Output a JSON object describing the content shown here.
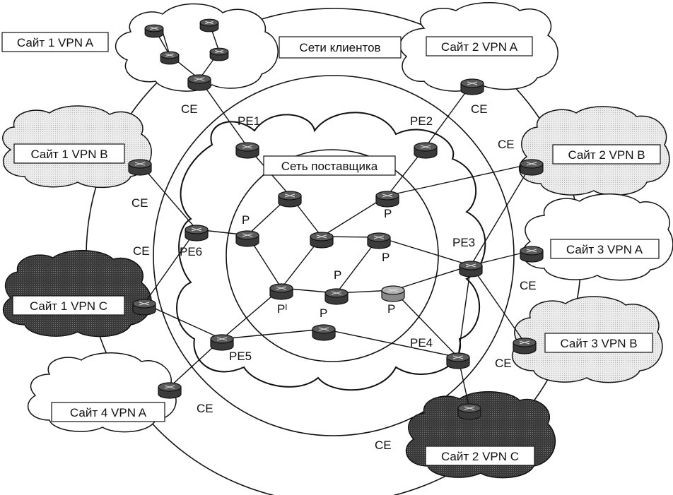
{
  "site_labels": {
    "a1": "Сайт 1 VPN A",
    "a2": "Сайт 2 VPN A",
    "a3": "Сайт 3 VPN A",
    "a4": "Сайт 4 VPN A",
    "b1": "Сайт 1 VPN B",
    "b2": "Сайт 2 VPN B",
    "b3": "Сайт 3 VPN B",
    "c1": "Сайт 1 VPN C",
    "c2": "Сайт 2 VPN C"
  },
  "region_labels": {
    "clients": "Сети клиентов",
    "provider": "Сеть поставщика"
  },
  "node_labels": {
    "ce": "CE",
    "pe1": "PE1",
    "pe2": "PE2",
    "pe3": "PE3",
    "pe4": "PE4",
    "pe5": "PE5",
    "pe6": "PE6",
    "p": "P",
    "p_alt": "Pᴵ"
  },
  "colors": {
    "line": "#111111",
    "router_dark": "#3a3a3a",
    "router_light": "#8a8a8a",
    "cloud_dark": "#3c3c3c",
    "cloud_light": "#e6e6e6"
  }
}
